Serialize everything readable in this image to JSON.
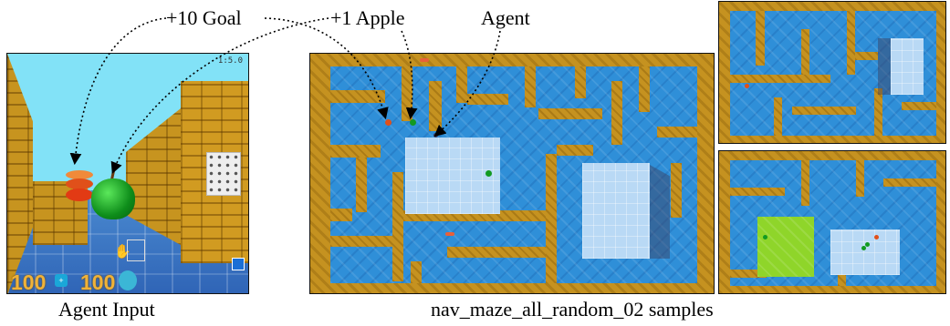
{
  "annotations": {
    "goal_label": "+10 Goal",
    "apple_label": "+1 Apple",
    "agent_label": "Agent"
  },
  "captions": {
    "agent_input": "Agent Input",
    "samples": "nav_maze_all_random_02 samples"
  },
  "hud": {
    "health": "100",
    "armor": "100",
    "timer": "1:5.0"
  },
  "colors": {
    "sky": "#82e2f7",
    "brick": "#c7941f",
    "water": "#2f8fd8",
    "room_blue": "#b9d9f5",
    "room_green": "#8fd52a",
    "hud_number": "#f0b238",
    "apple": "#0e8d1a",
    "goal": "#e0501a"
  },
  "icons": [
    "hand-icon",
    "armor-icon",
    "face-icon"
  ]
}
